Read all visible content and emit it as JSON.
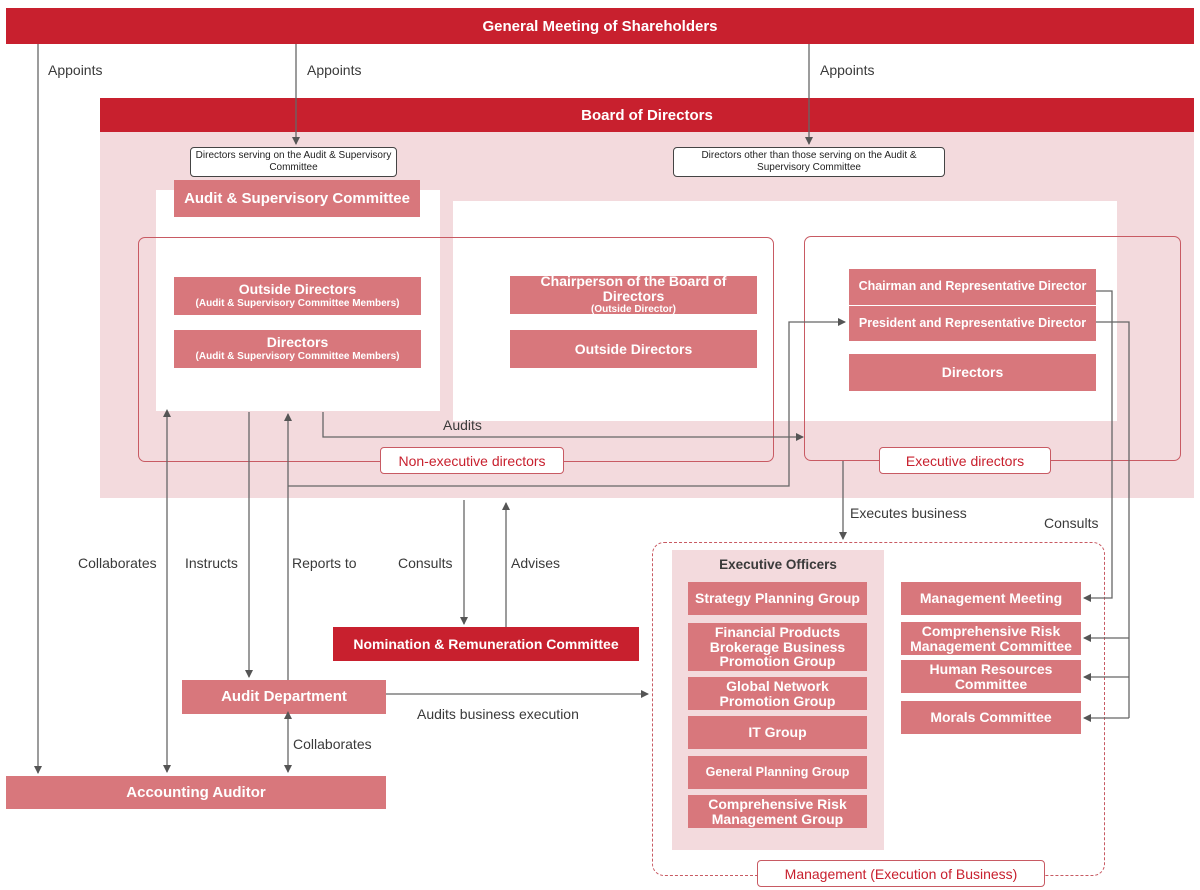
{
  "shareholders": "General Meeting of Shareholders",
  "board": "Board of Directors",
  "appoints": "Appoints",
  "note_audit": "Directors serving on the Audit & Supervisory Committee",
  "note_other": "Directors other than those serving on the Audit & Supervisory Committee",
  "audit_committee": "Audit & Supervisory Committee",
  "outside_directors_ac": {
    "title": "Outside Directors",
    "sub": "(Audit & Supervisory Committee Members)"
  },
  "directors_ac": {
    "title": "Directors",
    "sub": "(Audit & Supervisory Committee Members)"
  },
  "chairperson": {
    "title": "Chairperson of the Board of Directors",
    "sub": "(Outside Director)"
  },
  "outside_directors": "Outside Directors",
  "chairman_rep": "Chairman and Representative Director",
  "president_rep": "President and Representative Director",
  "directors": "Directors",
  "non_exec": "Non-executive directors",
  "exec": "Executive directors",
  "audits": "Audits",
  "executes_business": "Executes business",
  "consults": "Consults",
  "advises": "Advises",
  "collaborates": "Collaborates",
  "instructs": "Instructs",
  "reports_to": "Reports to",
  "nomination": "Nomination & Remuneration Committee",
  "audit_department": "Audit Department",
  "audits_business_execution": "Audits business execution",
  "accounting_auditor": "Accounting Auditor",
  "executive_officers": "Executive Officers",
  "groups": [
    "Strategy Planning Group",
    "Financial Products Brokerage Business Promotion Group",
    "Global Network Promotion Group",
    "IT Group",
    "General Planning Group",
    "Comprehensive Risk Management Group"
  ],
  "committees": [
    "Management Meeting",
    "Comprehensive Risk Management Committee",
    "Human Resources Committee",
    "Morals Committee"
  ],
  "management": "Management (Execution of Business)",
  "colors": {
    "accent": "#c8202e",
    "box": "#d8777c",
    "zone": "#f3dadd"
  }
}
